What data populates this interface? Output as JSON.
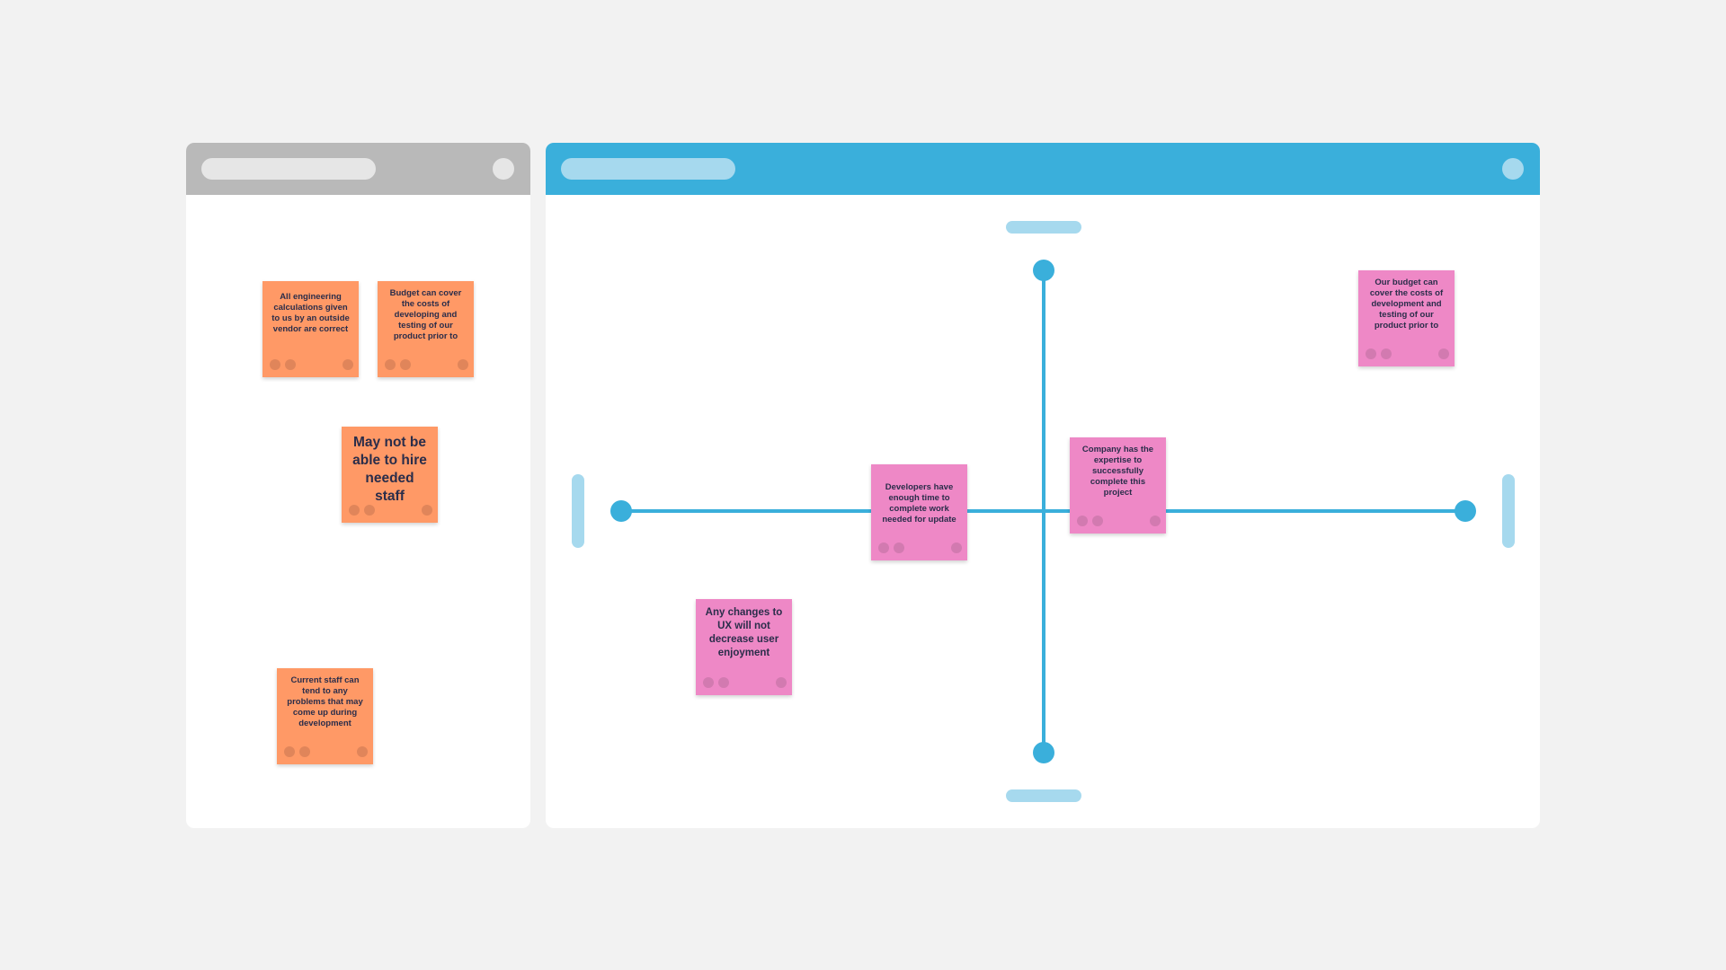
{
  "colors": {
    "background": "#f2f2f2",
    "left_header": "#b9b9b9",
    "left_header_pill": "#e6e6e6",
    "left_header_dot": "#e6e6e6",
    "right_header": "#3aafdb",
    "right_header_pill": "#a6d9ee",
    "right_header_dot": "#a6d9ee",
    "axis": "#3aafdb",
    "axis_cap": "#a6d9ee",
    "note_orange": "#ff9966",
    "note_orange_dot": "#e0855a",
    "note_pink": "#ee88c6",
    "note_pink_dot": "#d27ab0"
  },
  "left_panel": {
    "notes": [
      {
        "text": "All engineering calculations given to us by an outside vendor are correct"
      },
      {
        "text": "Budget can cover the costs of developing and testing of our product prior to"
      },
      {
        "text": "May not be able to hire needed staff"
      },
      {
        "text": "Current staff can tend to any problems that may come up during development"
      }
    ]
  },
  "right_panel": {
    "notes": [
      {
        "text": "Our budget can cover the costs of development and testing of our product prior to"
      },
      {
        "text": "Developers have enough time to complete work needed for update"
      },
      {
        "text": "Company has the expertise to successfully complete this project"
      },
      {
        "text": "Any changes to UX will not decrease user enjoyment"
      }
    ]
  }
}
